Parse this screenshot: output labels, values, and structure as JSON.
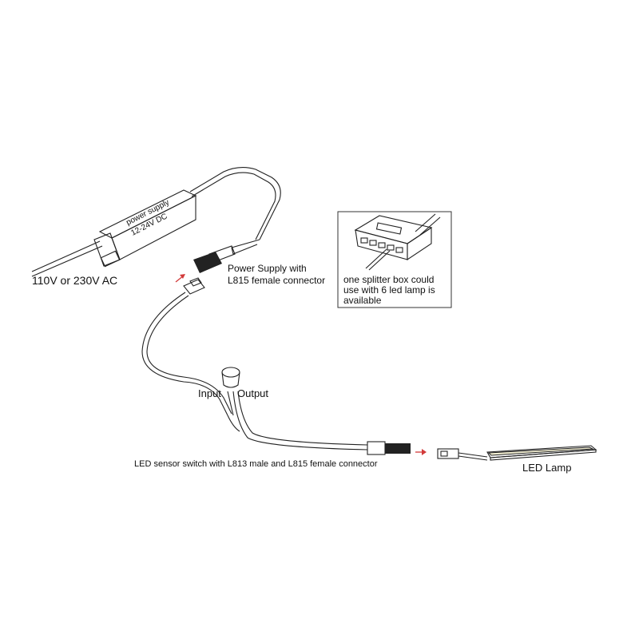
{
  "labels": {
    "psu_line1": "power supply",
    "psu_line2": "12-24V DC",
    "ac_input": "110V or 230V AC",
    "psu_connector_line1": "Power Supply with",
    "psu_connector_line2": "L815 female connector",
    "splitter_line1": "one splitter box could",
    "splitter_line2": "use with 6 led lamp is",
    "splitter_line3": "available",
    "sensor_input": "Input",
    "sensor_output": "Output",
    "sensor_caption": "LED sensor switch with L813 male and L815 female connector",
    "led_lamp": "LED Lamp"
  },
  "colors": {
    "arrow": "#d23a3a",
    "line": "#222222",
    "lamp_fill": "#f7f3d6"
  }
}
